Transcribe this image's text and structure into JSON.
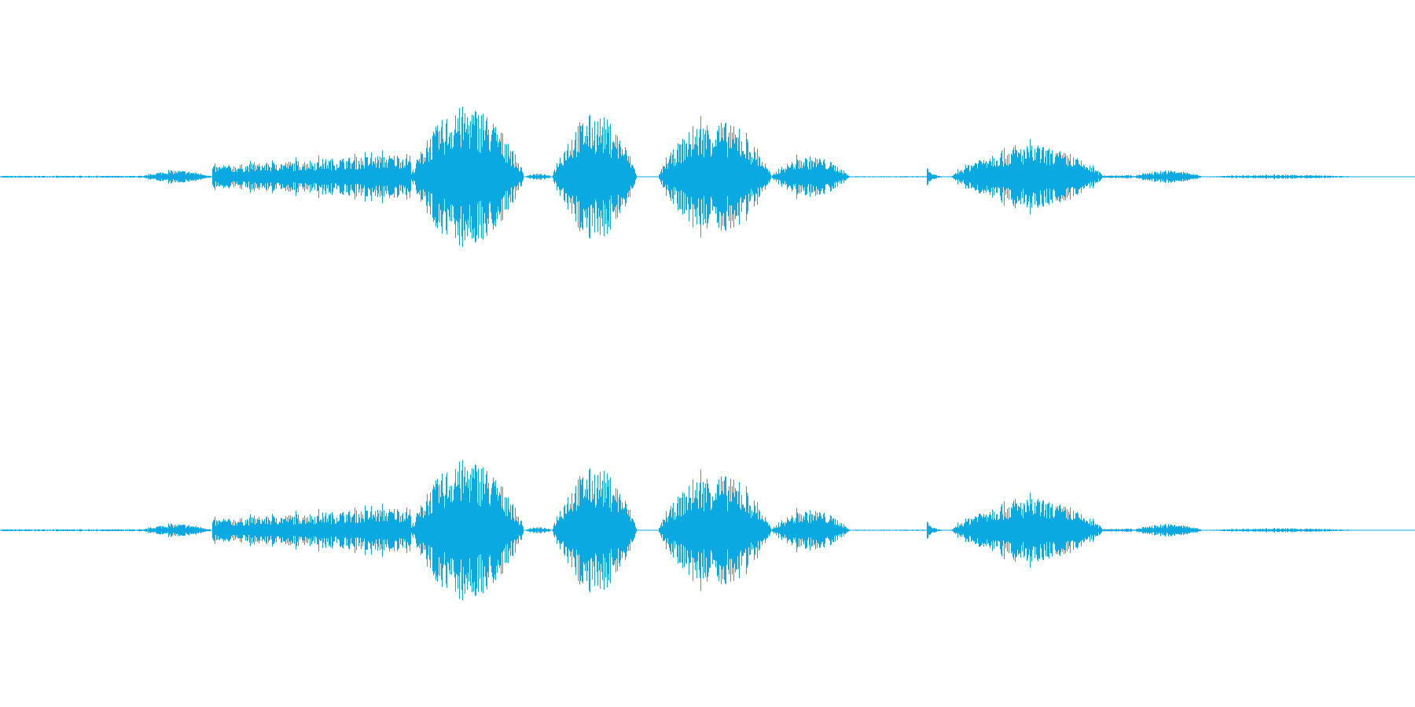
{
  "waveform": {
    "wave_color": "#0aa9e1",
    "background_color": "#ffffff",
    "channel_count": 2,
    "seed": 7,
    "segments": [
      {
        "start": 0.0,
        "end": 0.1,
        "peak": 0.006,
        "shape": "flat"
      },
      {
        "start": 0.1,
        "end": 0.15,
        "peak": 0.04,
        "shape": "bump"
      },
      {
        "start": 0.15,
        "end": 0.29,
        "peak": 0.15,
        "shape": "ramp"
      },
      {
        "start": 0.29,
        "end": 0.37,
        "peak": 0.45,
        "shape": "bump"
      },
      {
        "start": 0.37,
        "end": 0.39,
        "peak": 0.02,
        "shape": "bump"
      },
      {
        "start": 0.39,
        "end": 0.45,
        "peak": 0.4,
        "shape": "bump"
      },
      {
        "start": 0.465,
        "end": 0.545,
        "peak": 0.36,
        "shape": "bump"
      },
      {
        "start": 0.545,
        "end": 0.6,
        "peak": 0.13,
        "shape": "bump"
      },
      {
        "start": 0.6,
        "end": 0.655,
        "peak": 0.004,
        "shape": "flat"
      },
      {
        "start": 0.655,
        "end": 0.672,
        "peak": 0.07,
        "shape": "spike"
      },
      {
        "start": 0.672,
        "end": 0.78,
        "peak": 0.2,
        "shape": "bump"
      },
      {
        "start": 0.78,
        "end": 0.8,
        "peak": 0.01,
        "shape": "flat"
      },
      {
        "start": 0.8,
        "end": 0.85,
        "peak": 0.04,
        "shape": "bump"
      },
      {
        "start": 0.85,
        "end": 0.96,
        "peak": 0.012,
        "shape": "bump"
      },
      {
        "start": 0.96,
        "end": 1.0,
        "peak": 0.002,
        "shape": "flat"
      }
    ]
  }
}
